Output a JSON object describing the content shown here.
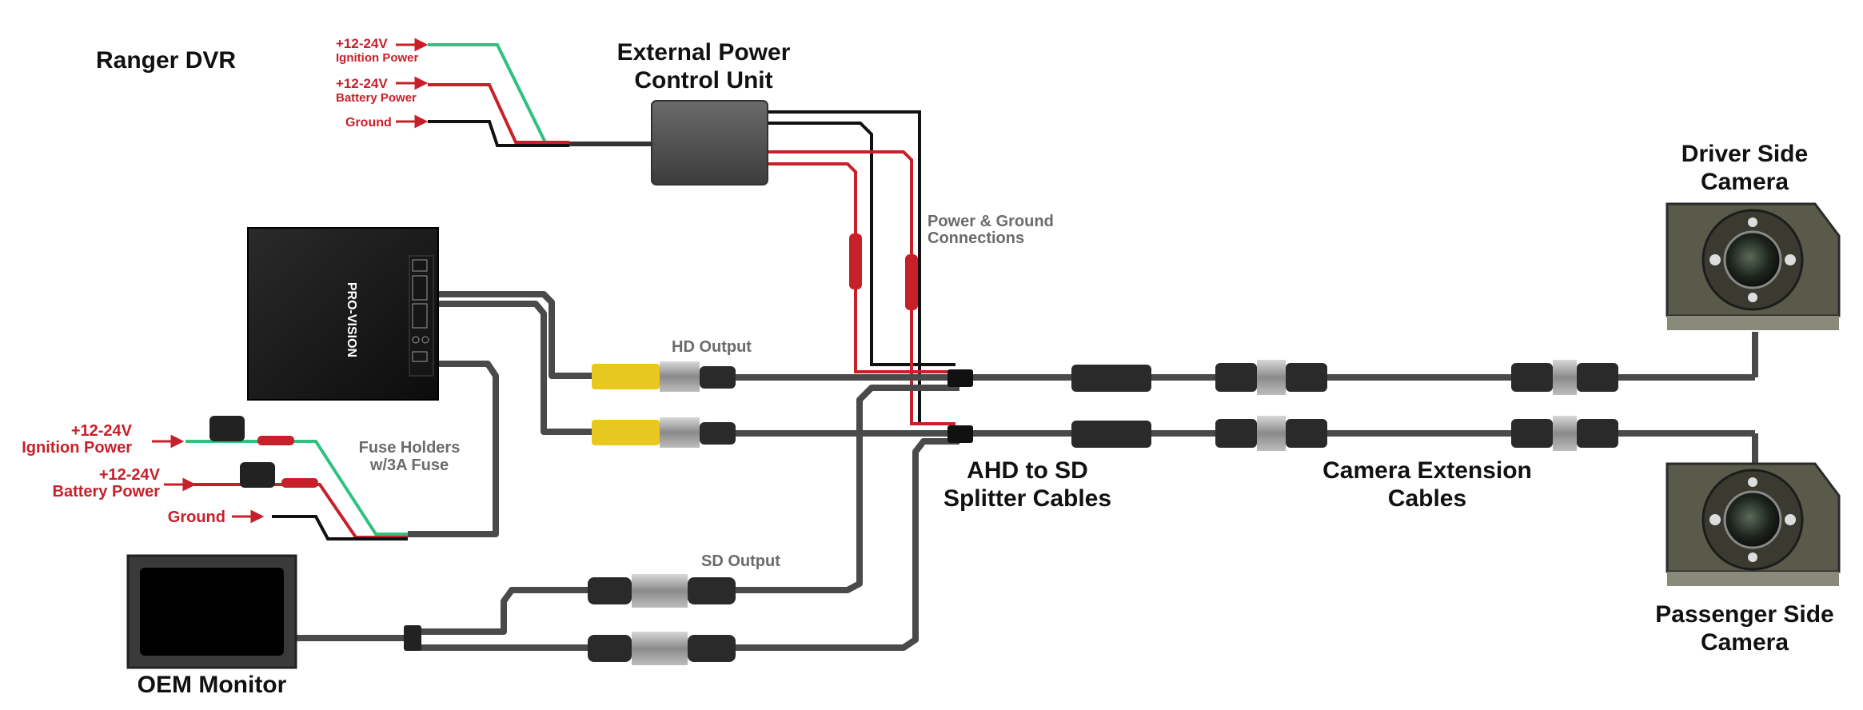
{
  "title": "Ranger DVR",
  "external_power_unit": {
    "line1": "External Power",
    "line2": "Control Unit"
  },
  "top_inputs": {
    "ignition": {
      "voltage": "+12-24V",
      "label": "Ignition Power"
    },
    "battery": {
      "voltage": "+12-24V",
      "label": "Battery Power"
    },
    "ground": {
      "label": "Ground"
    }
  },
  "left_inputs": {
    "ignition": {
      "voltage": "+12-24V",
      "label": "Ignition Power"
    },
    "battery": {
      "voltage": "+12-24V",
      "label": "Battery Power"
    },
    "ground": {
      "label": "Ground"
    }
  },
  "fuse_holders": {
    "line1": "Fuse Holders",
    "line2": "w/3A Fuse"
  },
  "power_ground": {
    "line1": "Power & Ground",
    "line2": "Connections"
  },
  "hd_output": "HD Output",
  "sd_output": "SD Output",
  "splitter": {
    "line1": "AHD to SD",
    "line2": "Splitter Cables"
  },
  "extension": {
    "line1": "Camera Extension",
    "line2": "Cables"
  },
  "driver_camera": {
    "line1": "Driver Side",
    "line2": "Camera"
  },
  "passenger_camera": {
    "line1": "Passenger Side",
    "line2": "Camera"
  },
  "monitor": "OEM Monitor",
  "dvr_brand": "PRO-VISION",
  "colors": {
    "green_wire": "#2ec27e",
    "red_wire": "#c8202a",
    "black_wire": "#111111",
    "cable": "#4a4a4a",
    "yellow_rca": "#e8c81e",
    "label_red": "#c8202a",
    "label_gray": "#6b6b6b"
  }
}
